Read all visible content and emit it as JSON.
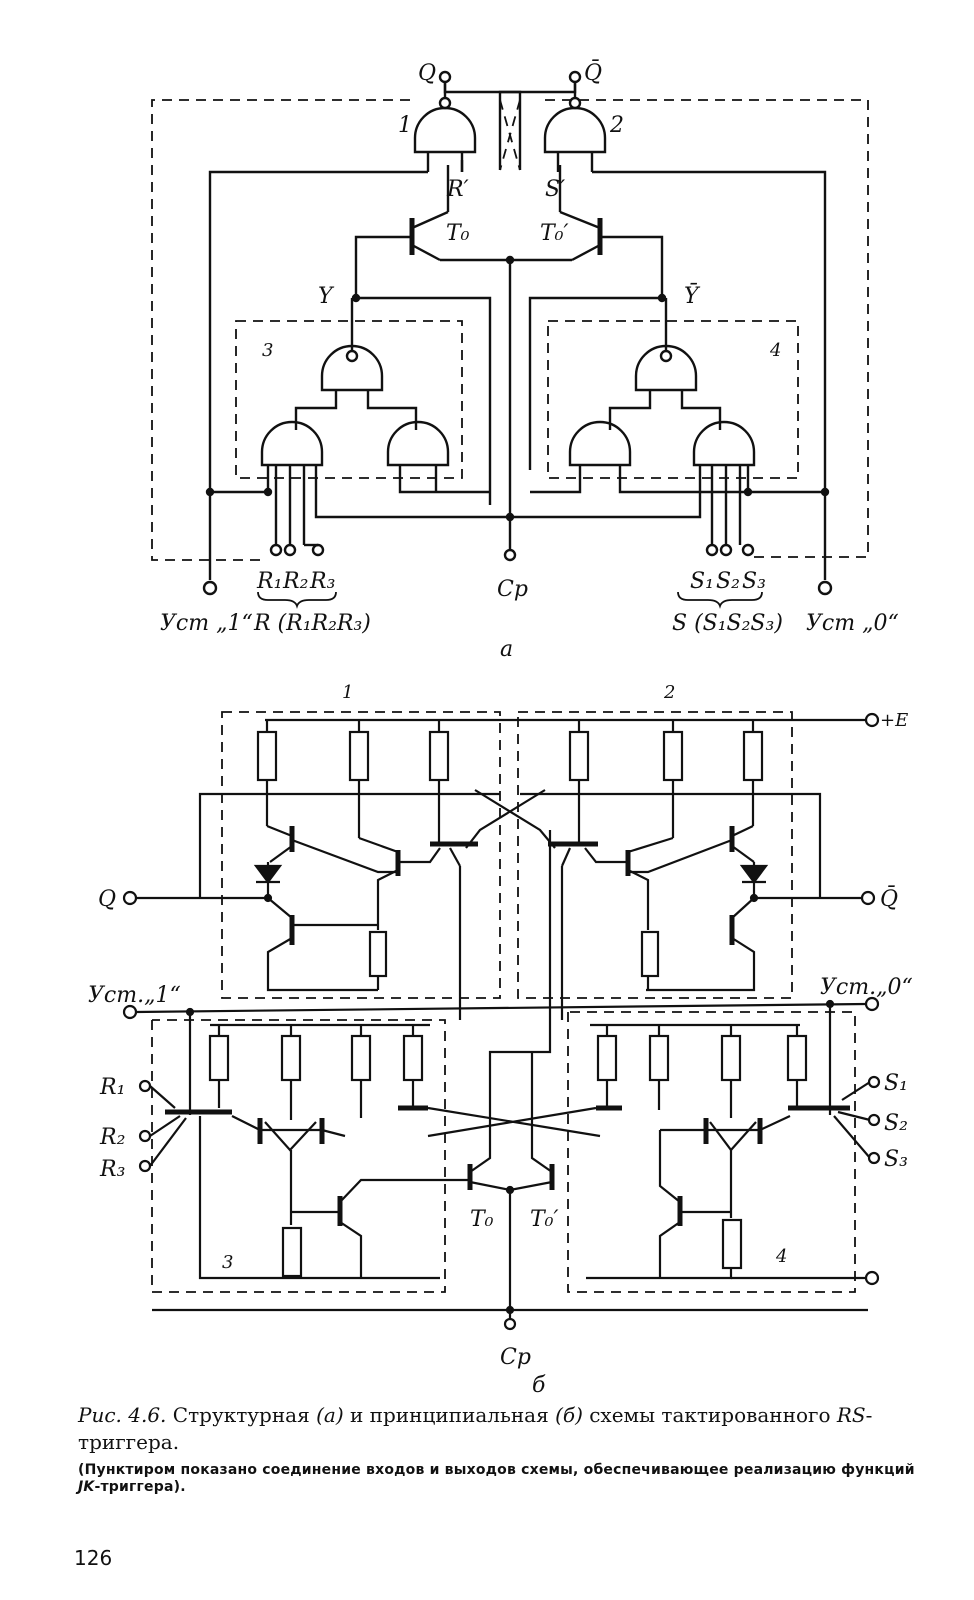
{
  "diagram_a": {
    "out_q": "Q",
    "out_qbar": "Q̄",
    "gate1": "1",
    "gate2": "2",
    "sig_r_prime": "R′",
    "sig_s_prime": "S′",
    "t0": "T₀",
    "t0_prime": "T₀′",
    "sig_y": "Y",
    "sig_ybar": "Ȳ",
    "block3": "3",
    "block4": "4",
    "r_inputs": [
      "R₁",
      "R₂",
      "R₃"
    ],
    "s_inputs": [
      "S₁",
      "S₂",
      "S₃"
    ],
    "r_group": "R (R₁R₂R₃)",
    "s_group": "S (S₁S₂S₃)",
    "cp": "Cp",
    "set1": "Уст „1“",
    "set0": "Уст „0“",
    "sublabel": "а"
  },
  "diagram_b": {
    "block1": "1",
    "block2": "2",
    "plus_e": "+E",
    "q": "Q",
    "qbar": "Q̄",
    "set1": "Уст.„1“",
    "set0": "Уст.„0“",
    "r_inputs": [
      "R₁",
      "R₂",
      "R₃"
    ],
    "s_inputs": [
      "S₁",
      "S₂",
      "S₃"
    ],
    "t0": "T₀",
    "t0_prime": "T₀′",
    "block3": "3",
    "block4": "4",
    "cp": "Cp",
    "sublabel": "б"
  },
  "caption": {
    "fig": "Рис. 4.6.",
    "text1": " Структурная ",
    "a": "(а)",
    "text2": " и принципиальная ",
    "b": "(б)",
    "text3": " схемы тактированного ",
    "rs": "RS",
    "text4": "-триггера.",
    "note1": "(Пунктиром показано соединение входов и выходов схемы, обеспечивающее реализацию функций ",
    "jk": "JK",
    "note2": "-триггера)."
  },
  "page_number": "126"
}
